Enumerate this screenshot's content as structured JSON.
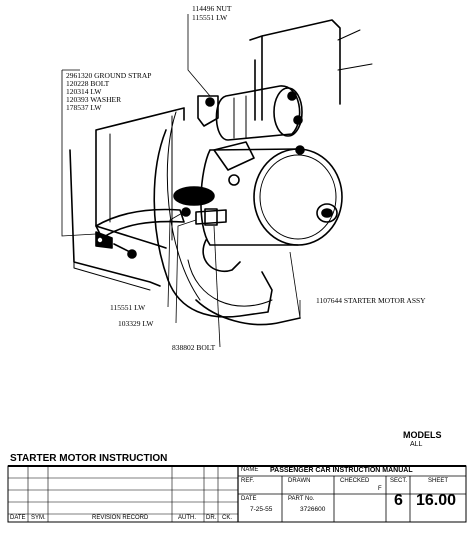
{
  "callouts": {
    "nut": "114496 NUT",
    "nut_lw": "115551 LW",
    "ground_strap": "2961320 GROUND STRAP",
    "bolt1": "120228 BOLT",
    "lw1": "120314 LW",
    "washer": "120393 WASHER",
    "lw2": "178537 LW",
    "lw3": "115551 LW",
    "lw4": "103329 LW",
    "bolt2": "838802 BOLT",
    "starter": "1107644 STARTER MOTOR ASSY"
  },
  "models": {
    "label": "MODELS",
    "value": "ALL"
  },
  "title_block": {
    "title": "STARTER MOTOR INSTRUCTION",
    "name_label": "NAME",
    "name_value": "PASSENGER CAR INSTRUCTION MANUAL",
    "ref_label": "REF.",
    "drawn_label": "DRAWN",
    "checked_label": "CHECKED",
    "checked_value": "F",
    "date_label": "DATE",
    "date_value": "7-25-55",
    "part_label": "PART No.",
    "part_value": "3726600",
    "sect_label": "SECT.",
    "sect_value": "6",
    "sheet_label": "SHEET",
    "sheet_value": "16.00",
    "col_date": "DATE",
    "col_sym": "SYM.",
    "col_revision": "REVISION RECORD",
    "col_auth": "AUTH.",
    "col_dr": "DR.",
    "col_ck": "CK."
  }
}
